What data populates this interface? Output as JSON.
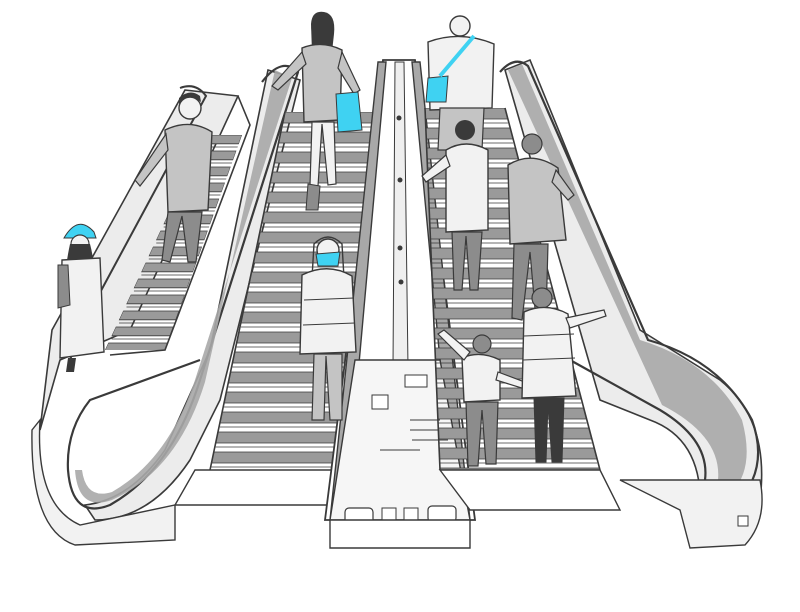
{
  "scene": {
    "subject": "escalators",
    "palette": {
      "background": "#ffffff",
      "line": "#3a3a3a",
      "handrail": "#a8a8a8",
      "step": "#9a9a9a",
      "step_light": "#d6d6d6",
      "panel": "#ececec",
      "figure_fill": "#c4c4c4",
      "figure_dark": "#8c8c8c",
      "skin": "#f2f2f2",
      "accent": "#3fd2f2"
    },
    "figures": [
      {
        "id": "man-left-escalator"
      },
      {
        "id": "woman-standing-left"
      },
      {
        "id": "woman-top-with-bag"
      },
      {
        "id": "woman-middle-coat"
      },
      {
        "id": "man-top-right"
      },
      {
        "id": "woman-right-coat"
      },
      {
        "id": "man-right-hoodie"
      },
      {
        "id": "child-boy"
      },
      {
        "id": "child-girl"
      }
    ]
  }
}
